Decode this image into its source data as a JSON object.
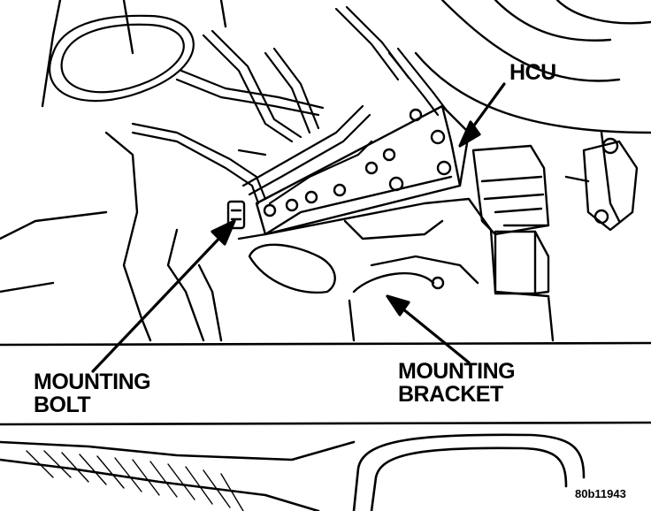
{
  "labels": {
    "hcu": "HCU",
    "mounting_bolt_line1": "MOUNTING",
    "mounting_bolt_line2": "BOLT",
    "mounting_bracket_line1": "MOUNTING",
    "mounting_bracket_line2": "BRACKET"
  },
  "figure_id": "80b11943",
  "colors": {
    "ink": "#000000",
    "paper": "#ffffff"
  }
}
